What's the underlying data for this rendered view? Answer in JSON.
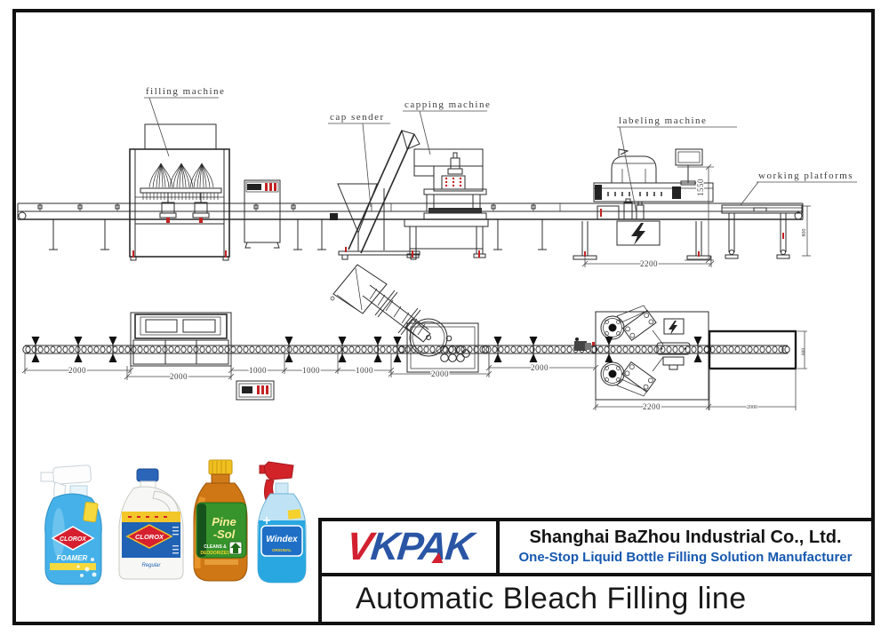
{
  "diagram": {
    "machine_labels": {
      "filling_machine": "filling machine",
      "cap_sender": "cap sender",
      "capping_machine": "capping machine",
      "labeling_machine": "labeling machine",
      "working_platforms": "working platforms"
    },
    "dimensions": {
      "elevation_labeling_height": "1550",
      "elevation_labeling_length": "2200",
      "elevation_platform_height": "800",
      "plan_infeed_conveyor": "2000",
      "plan_filling_machine": "2000",
      "plan_gap_1": "1000",
      "plan_gap_2": "1000",
      "plan_gap_3": "1000",
      "plan_capping_section": "2000",
      "plan_mid_conveyor": "2000",
      "plan_labeling_machine": "2200",
      "plan_platform_length": "2000",
      "plan_platform_width": "800"
    }
  },
  "products": [
    {
      "name": "Clorox Foamer spray bottle",
      "brand": "CLOROX",
      "variant": "FOAMER"
    },
    {
      "name": "Clorox bleach jug",
      "brand": "CLOROX",
      "variant": "Regular"
    },
    {
      "name": "Pine-Sol cleaner bottle",
      "brand_line1": "Pine",
      "brand_line2": "-Sol",
      "claim_line1": "CLEANS &",
      "claim_line2": "DEODORIZES"
    },
    {
      "name": "Windex glass cleaner bottle",
      "brand": "Windex",
      "variant": "ORIGINAL"
    }
  ],
  "title_block": {
    "logo_first_letter": "V",
    "logo_rest": "KPAK",
    "company_name": "Shanghai BaZhou Industrial Co., Ltd.",
    "tagline": "One-Stop Liquid Bottle Filling Solution Manufacturer",
    "drawing_title": "Automatic Bleach Filling line"
  },
  "colors": {
    "line": "#2b2b2b",
    "accent_red": "#c32222",
    "logo_red": "#d32030",
    "logo_blue": "#2a55a5",
    "tagline_blue": "#1558af"
  }
}
